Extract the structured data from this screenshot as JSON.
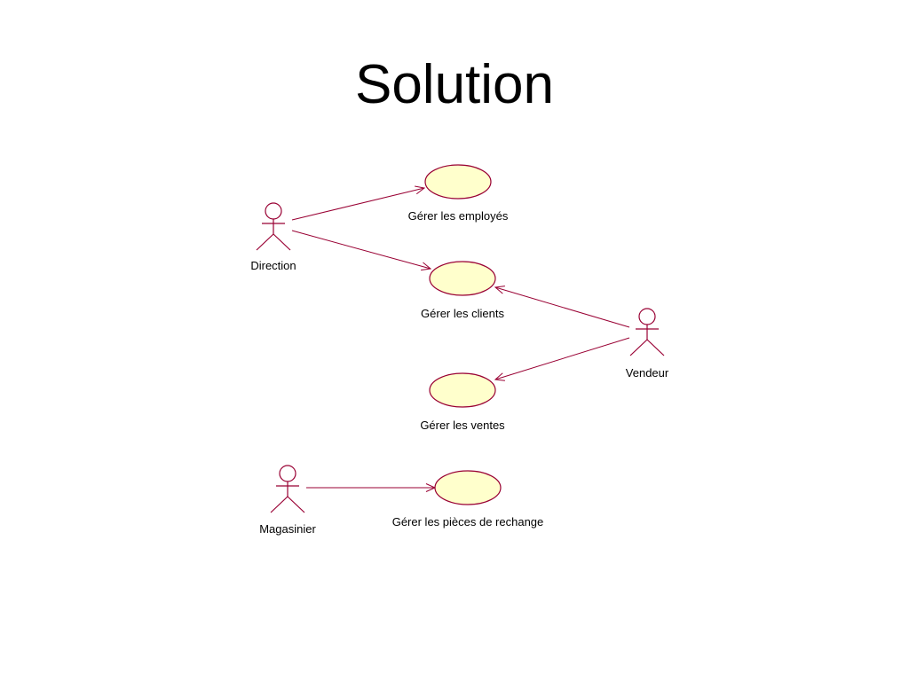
{
  "slide": {
    "title": "Solution"
  },
  "colors": {
    "actor_stroke": "#990033",
    "usecase_fill": "#FFFFCC",
    "usecase_stroke": "#990033",
    "link_stroke": "#990033",
    "label_text": "#000000"
  },
  "actors": [
    {
      "id": "direction",
      "label": "Direction"
    },
    {
      "id": "vendeur",
      "label": "Vendeur"
    },
    {
      "id": "magasinier",
      "label": "Magasinier"
    }
  ],
  "use_cases": [
    {
      "id": "employes",
      "label": "Gérer les employés"
    },
    {
      "id": "clients",
      "label": "Gérer les clients"
    },
    {
      "id": "ventes",
      "label": "Gérer les ventes"
    },
    {
      "id": "pieces",
      "label": "Gérer les pièces de rechange"
    }
  ],
  "associations": [
    {
      "from": "direction",
      "to": "employes"
    },
    {
      "from": "direction",
      "to": "clients"
    },
    {
      "from": "vendeur",
      "to": "clients"
    },
    {
      "from": "vendeur",
      "to": "ventes"
    },
    {
      "from": "magasinier",
      "to": "pieces"
    }
  ]
}
